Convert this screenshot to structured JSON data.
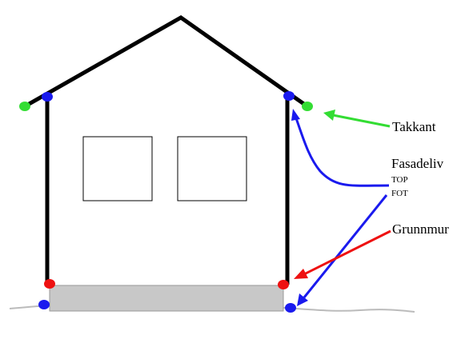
{
  "labels": {
    "takkant": "Takkant",
    "fasadeliv": "Fasadeliv",
    "top": "TOP",
    "fot": "FOT",
    "grunnmur": "Grunnmur"
  },
  "colors": {
    "takkant": "#33dd33",
    "fasadeliv": "#1a1aee",
    "grunnmur": "#ee1111",
    "outline": "#000000",
    "foundation_fill": "#c8c8c8",
    "ground": "#bbbbbb"
  }
}
